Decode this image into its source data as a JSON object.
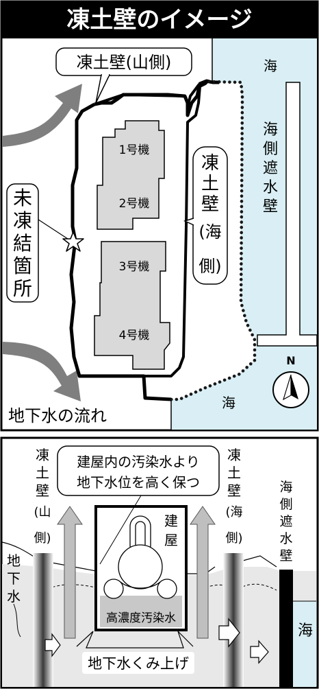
{
  "title": "凍土壁のイメージ",
  "plan": {
    "wall_mountain": "凍土壁(山側)",
    "wall_sea_chars": [
      "凍",
      "土",
      "壁",
      "(海",
      "側)"
    ],
    "unfrozen_chars": [
      "未",
      "凍",
      "結",
      "箇",
      "所"
    ],
    "unit1": "1号機",
    "unit2": "2号機",
    "unit3": "3号機",
    "unit4": "4号機",
    "sea_top": "海",
    "sea_bottom": "海",
    "seawall_chars": [
      "海",
      "側",
      "遮",
      "水",
      "壁"
    ],
    "north": "N",
    "groundwater_flow": "地下水の流れ"
  },
  "section": {
    "callout_line1": "建屋内の汚染水より",
    "callout_line2": "地下水位を高く保つ",
    "left_wall_chars": [
      "凍",
      "土",
      "壁",
      "(山",
      "側)"
    ],
    "right_wall_chars": [
      "凍",
      "土",
      "壁",
      "(海",
      "側)"
    ],
    "seawall_chars": [
      "海",
      "側",
      "遮",
      "水",
      "壁"
    ],
    "building_chars": [
      "建",
      "屋"
    ],
    "groundwater_chars": [
      "地",
      "下",
      "水"
    ],
    "contaminated_water": "高濃度汚染水",
    "pumping": "地下水くみ上げ",
    "sea": "海"
  },
  "colors": {
    "sea": "#d9eff5",
    "building_fill": "#d9d9d9",
    "arrow_gray": "#7f7f7f",
    "frame": "#000000"
  }
}
